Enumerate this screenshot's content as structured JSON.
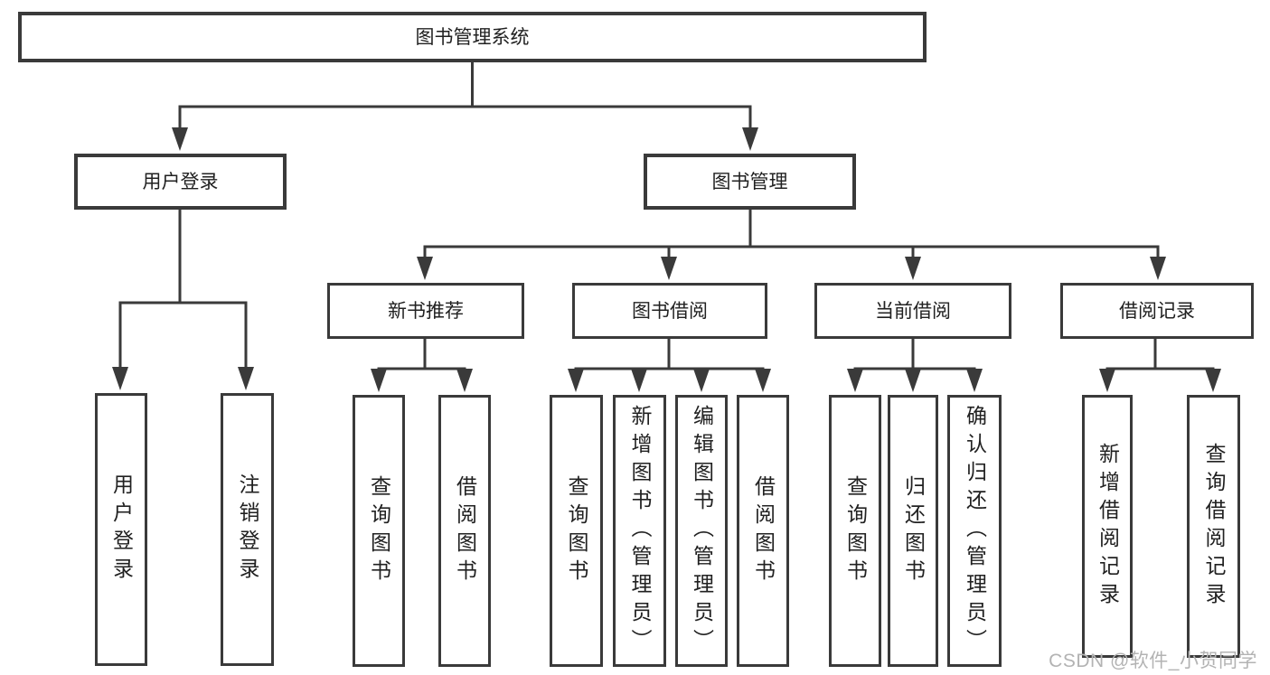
{
  "diagram": {
    "root": {
      "label": "图书管理系统"
    },
    "level2": [
      {
        "label": "用户登录",
        "children": [
          {
            "label": "用户登录"
          },
          {
            "label": "注销登录"
          }
        ]
      },
      {
        "label": "图书管理",
        "children": [
          {
            "label": "新书推荐",
            "children": [
              {
                "label": "查询图书"
              },
              {
                "label": "借阅图书"
              }
            ]
          },
          {
            "label": "图书借阅",
            "children": [
              {
                "label": "查询图书"
              },
              {
                "label": "新增图书（管理员）"
              },
              {
                "label": "编辑图书（管理员）"
              },
              {
                "label": "借阅图书"
              }
            ]
          },
          {
            "label": "当前借阅",
            "children": [
              {
                "label": "查询图书"
              },
              {
                "label": "归还图书"
              },
              {
                "label": "确认归还（管理员）"
              }
            ]
          },
          {
            "label": "借阅记录",
            "children": [
              {
                "label": "新增借阅记录"
              },
              {
                "label": "查询借阅记录"
              }
            ]
          }
        ]
      }
    ]
  },
  "watermark": {
    "text": "CSDN @软件_小贺同学"
  },
  "colors": {
    "line": "#3a3a3a",
    "text": "#212121",
    "watermark": "#b3b3b3",
    "background": "#ffffff"
  }
}
